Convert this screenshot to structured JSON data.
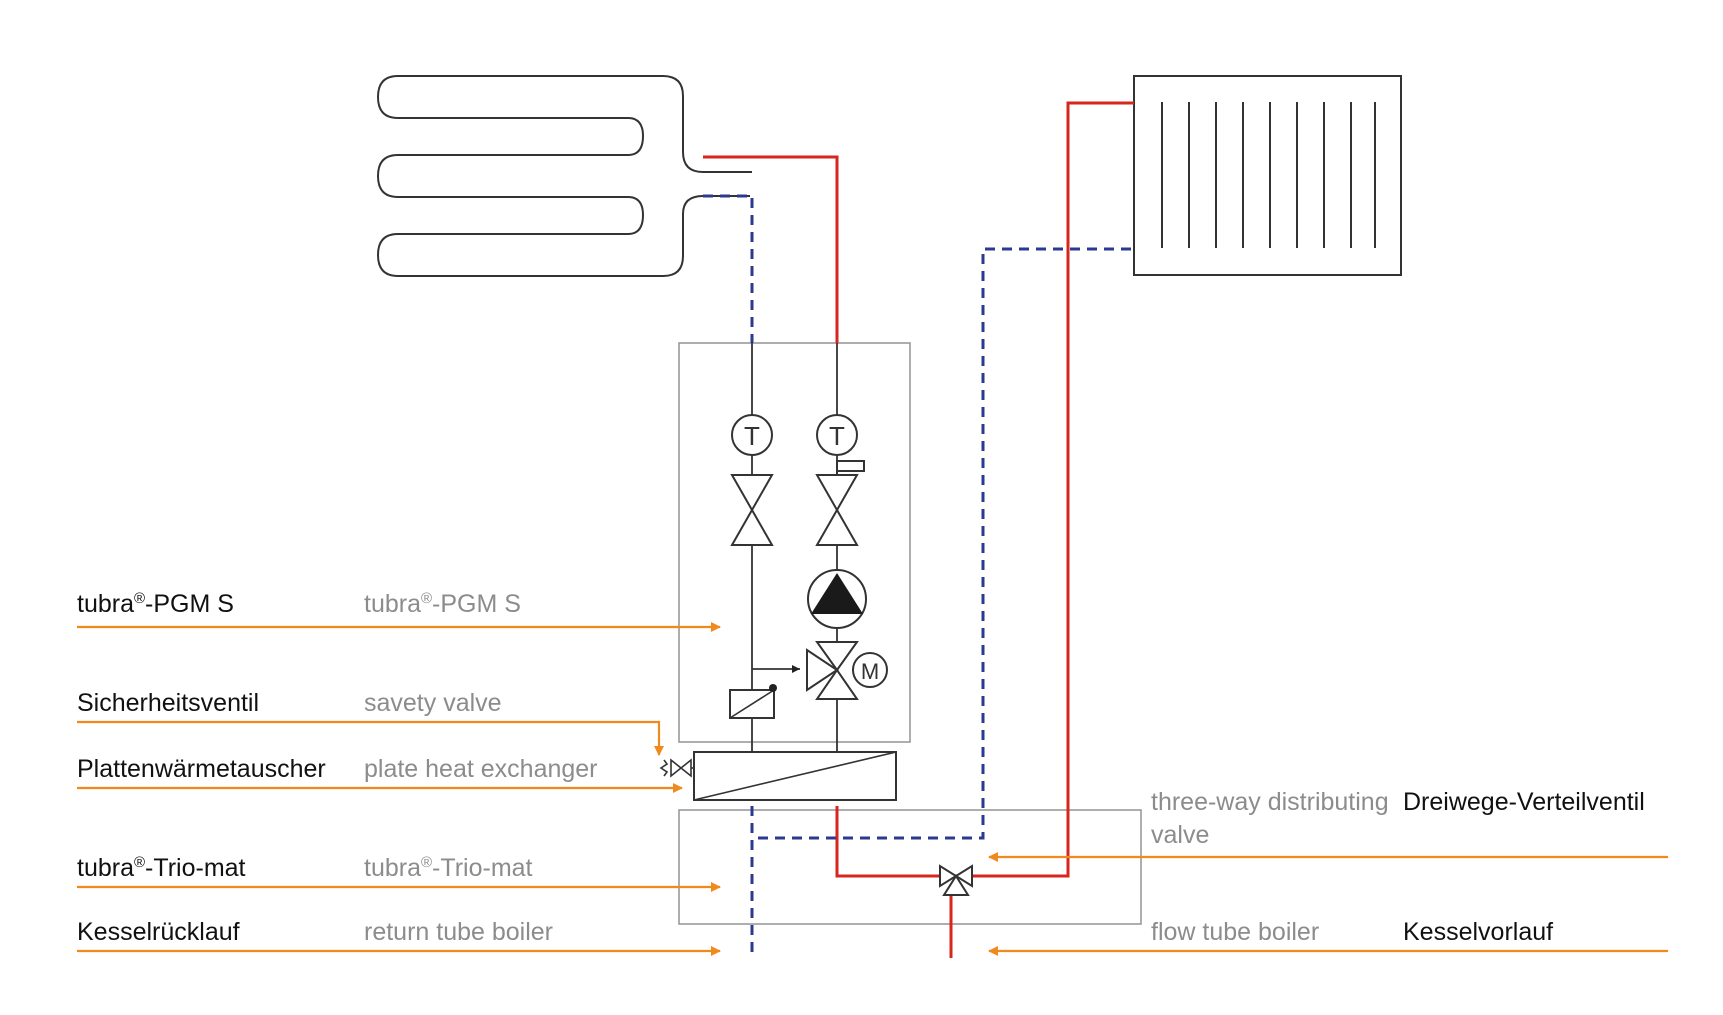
{
  "colors": {
    "supply_line": "#d7261e",
    "return_line": "#2b3990",
    "pointer_arrow": "#f08a1c",
    "component_outline": "#333333",
    "frame_outline": "#9a9a9a",
    "german_text": "#111111",
    "english_text": "#8c8c8c"
  },
  "labels": {
    "pgm": {
      "de_main": "tubra",
      "de_sup": "®",
      "de_rest": "-PGM S",
      "en_main": "tubra",
      "en_sup": "®",
      "en_rest": "-PGM S"
    },
    "safety_valve": {
      "de": "Sicherheitsventil",
      "en": "savety valve"
    },
    "plate_hx": {
      "de": "Plattenwärmetauscher",
      "en": "plate heat exchanger"
    },
    "trio_mat": {
      "de_main": "tubra",
      "de_sup": "®",
      "de_rest": "-Trio-mat",
      "en_main": "tubra",
      "en_sup": "®",
      "en_rest": "-Trio-mat"
    },
    "boiler_return": {
      "de": "Kesselrücklauf",
      "en": "return tube boiler"
    },
    "three_way_valve": {
      "en_line1": "three-way distributing",
      "en_line2": "valve",
      "de": "Dreiwege-Verteilventil"
    },
    "boiler_flow": {
      "en": "flow tube boiler",
      "de": "Kesselvorlauf"
    }
  },
  "symbols": {
    "thermometer": "T",
    "motor": "M"
  }
}
